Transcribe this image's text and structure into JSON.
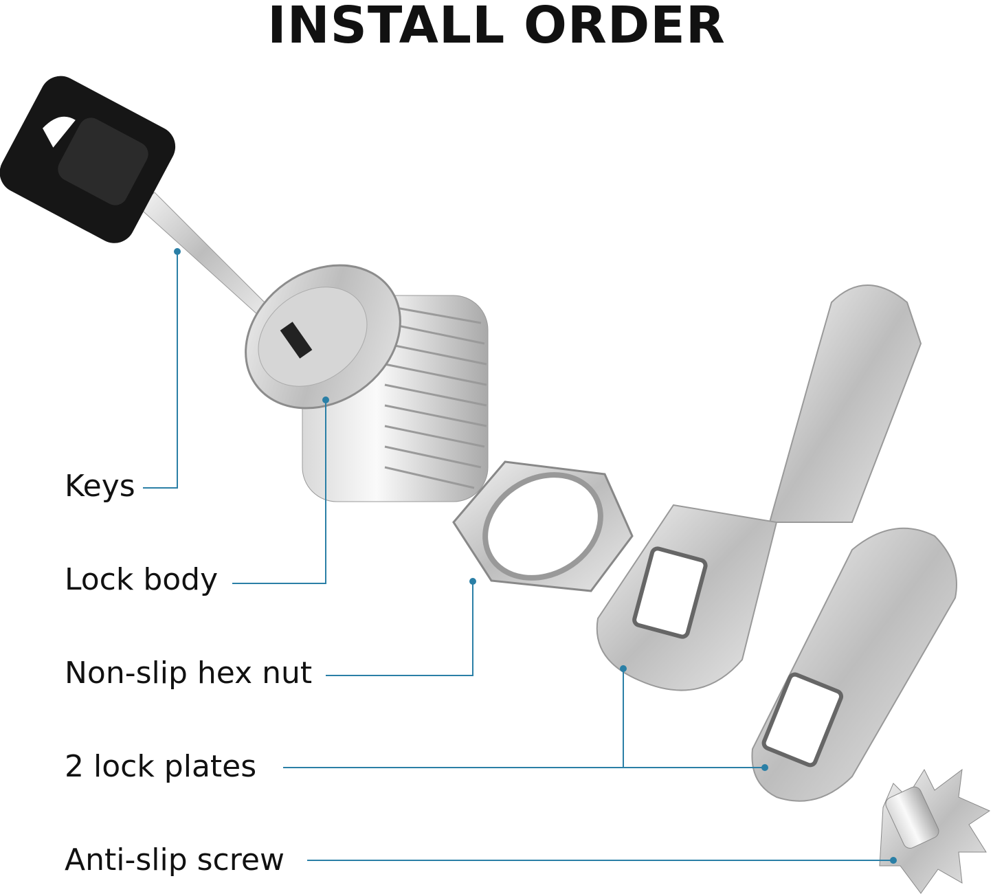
{
  "title": "INSTALL ORDER",
  "labels": {
    "keys": "Keys",
    "lock_body": "Lock body",
    "hex_nut": "Non-slip hex nut",
    "lock_plates": "2 lock plates",
    "screw": "Anti-slip screw"
  },
  "colors": {
    "leader": "#2a7fa6",
    "text": "#111111"
  }
}
